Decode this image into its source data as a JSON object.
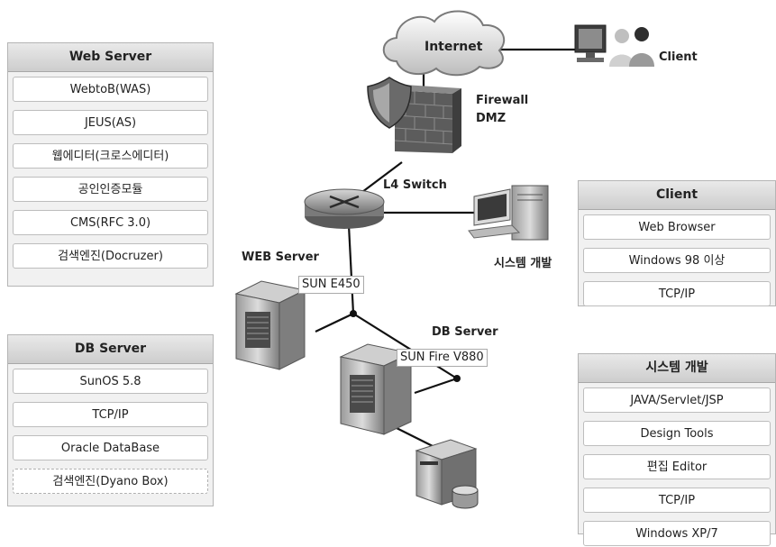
{
  "web_server_panel": {
    "title": "Web Server",
    "items": [
      "WebtoB(WAS)",
      "JEUS(AS)",
      "웹에디터(크로스에디터)",
      "공인인증모듈",
      "CMS(RFC 3.0)",
      "검색엔진(Docruzer)"
    ]
  },
  "db_server_panel": {
    "title": "DB Server",
    "items": [
      "SunOS 5.8",
      "TCP/IP",
      "Oracle DataBase",
      "검색엔진(Dyano Box)"
    ]
  },
  "client_panel": {
    "title": "Client",
    "items": [
      "Web Browser",
      "Windows 98 이상",
      "TCP/IP"
    ]
  },
  "dev_panel": {
    "title": "시스템 개발",
    "items": [
      "JAVA/Servlet/JSP",
      "Design Tools",
      "편집 Editor",
      "TCP/IP",
      "Windows XP/7"
    ]
  },
  "diagram": {
    "internet": "Internet",
    "client": "Client",
    "firewall": "Firewall",
    "dmz": "DMZ",
    "l4_switch": "L4 Switch",
    "web_server": "WEB Server",
    "sun_e450": "SUN E450",
    "dev_system": "시스템 개발",
    "db_server": "DB Server",
    "sun_fire": "SUN Fire V880"
  },
  "icons": {
    "cloud": "cloud-icon",
    "firewall": "firewall-shield-icon",
    "switch": "router-switch-icon",
    "client": "users-computer-icon",
    "workstation": "desktop-computer-icon",
    "web_server": "server-tower-icon",
    "db_server": "server-tower-icon",
    "storage": "database-storage-icon"
  }
}
